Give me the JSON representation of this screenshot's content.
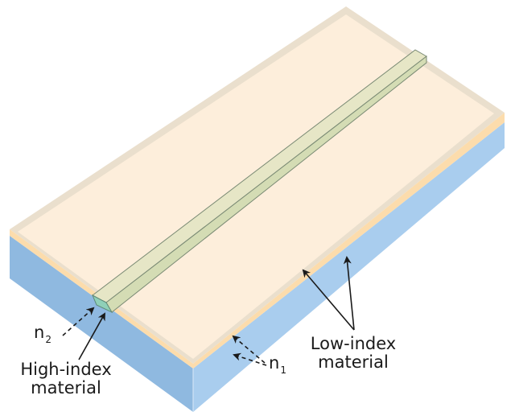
{
  "figure": {
    "description": "Isometric slab waveguide: high-index strip on low-index substrate",
    "colors": {
      "substrate_top": "#fdeedb",
      "substrate_rim": "#eadfcd",
      "cladding_edge": "#fcdcac",
      "side_left": "#8fb9e0",
      "side_right": "#a9cdee",
      "waveguide_top": "#e6e6c6",
      "waveguide_side": "#d4dcb4",
      "waveguide_end": "#8fd0b8",
      "waveguide_outline": "#7a8a74",
      "arrow": "#1a1a1a"
    }
  },
  "labels": {
    "n2": {
      "base": "n",
      "subscript": "2"
    },
    "n1": {
      "base": "n",
      "subscript": "1"
    },
    "high_index": {
      "line1": "High-index",
      "line2": "material"
    },
    "low_index": {
      "line1": "Low-index",
      "line2": "material"
    }
  }
}
